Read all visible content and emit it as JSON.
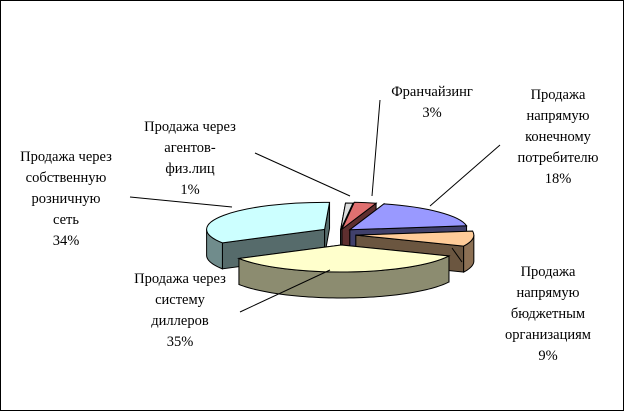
{
  "chart_data": {
    "type": "pie",
    "title": "",
    "exploded": true,
    "three_d": true,
    "slices": [
      {
        "label_lines": [
          "Франчайзинг"
        ],
        "value": 3,
        "pct_label": "3%",
        "color": "#e07070"
      },
      {
        "label_lines": [
          "Продажа",
          "напрямую",
          "конечному",
          "потребителю"
        ],
        "value": 18,
        "pct_label": "18%",
        "color": "#9999ff"
      },
      {
        "label_lines": [
          "Продажа",
          "напрямую",
          "бюджетным",
          "организациям"
        ],
        "value": 9,
        "pct_label": "9%",
        "color": "#ffcc99"
      },
      {
        "label_lines": [
          "Продажа через",
          "систему",
          "диллеров"
        ],
        "value": 35,
        "pct_label": "35%",
        "color": "#ffffcc"
      },
      {
        "label_lines": [
          "Продажа через",
          "собственную",
          "розничную",
          "сеть"
        ],
        "value": 34,
        "pct_label": "34%",
        "color": "#ccffff"
      },
      {
        "label_lines": [
          "Продажа через",
          "агентов-",
          "физ.лиц"
        ],
        "value": 1,
        "pct_label": "1%",
        "color": "#dddddd"
      }
    ]
  }
}
